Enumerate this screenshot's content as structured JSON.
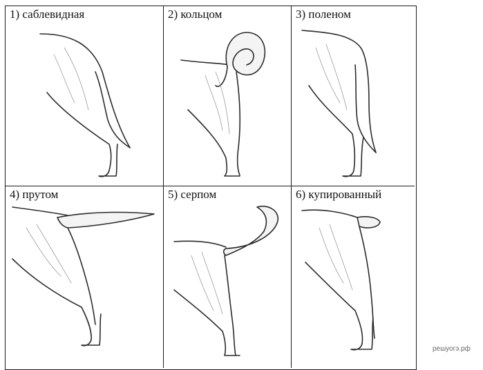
{
  "panels": [
    {
      "label": "1) саблевидная",
      "tail": "sabre"
    },
    {
      "label": "2) кольцом",
      "tail": "ring"
    },
    {
      "label": "3) поленом",
      "tail": "log"
    },
    {
      "label": "4) прутом",
      "tail": "rod"
    },
    {
      "label": "5) серпом",
      "tail": "sickle"
    },
    {
      "label": "6) купированный",
      "tail": "docked"
    }
  ],
  "watermark": "решуогэ.рф"
}
